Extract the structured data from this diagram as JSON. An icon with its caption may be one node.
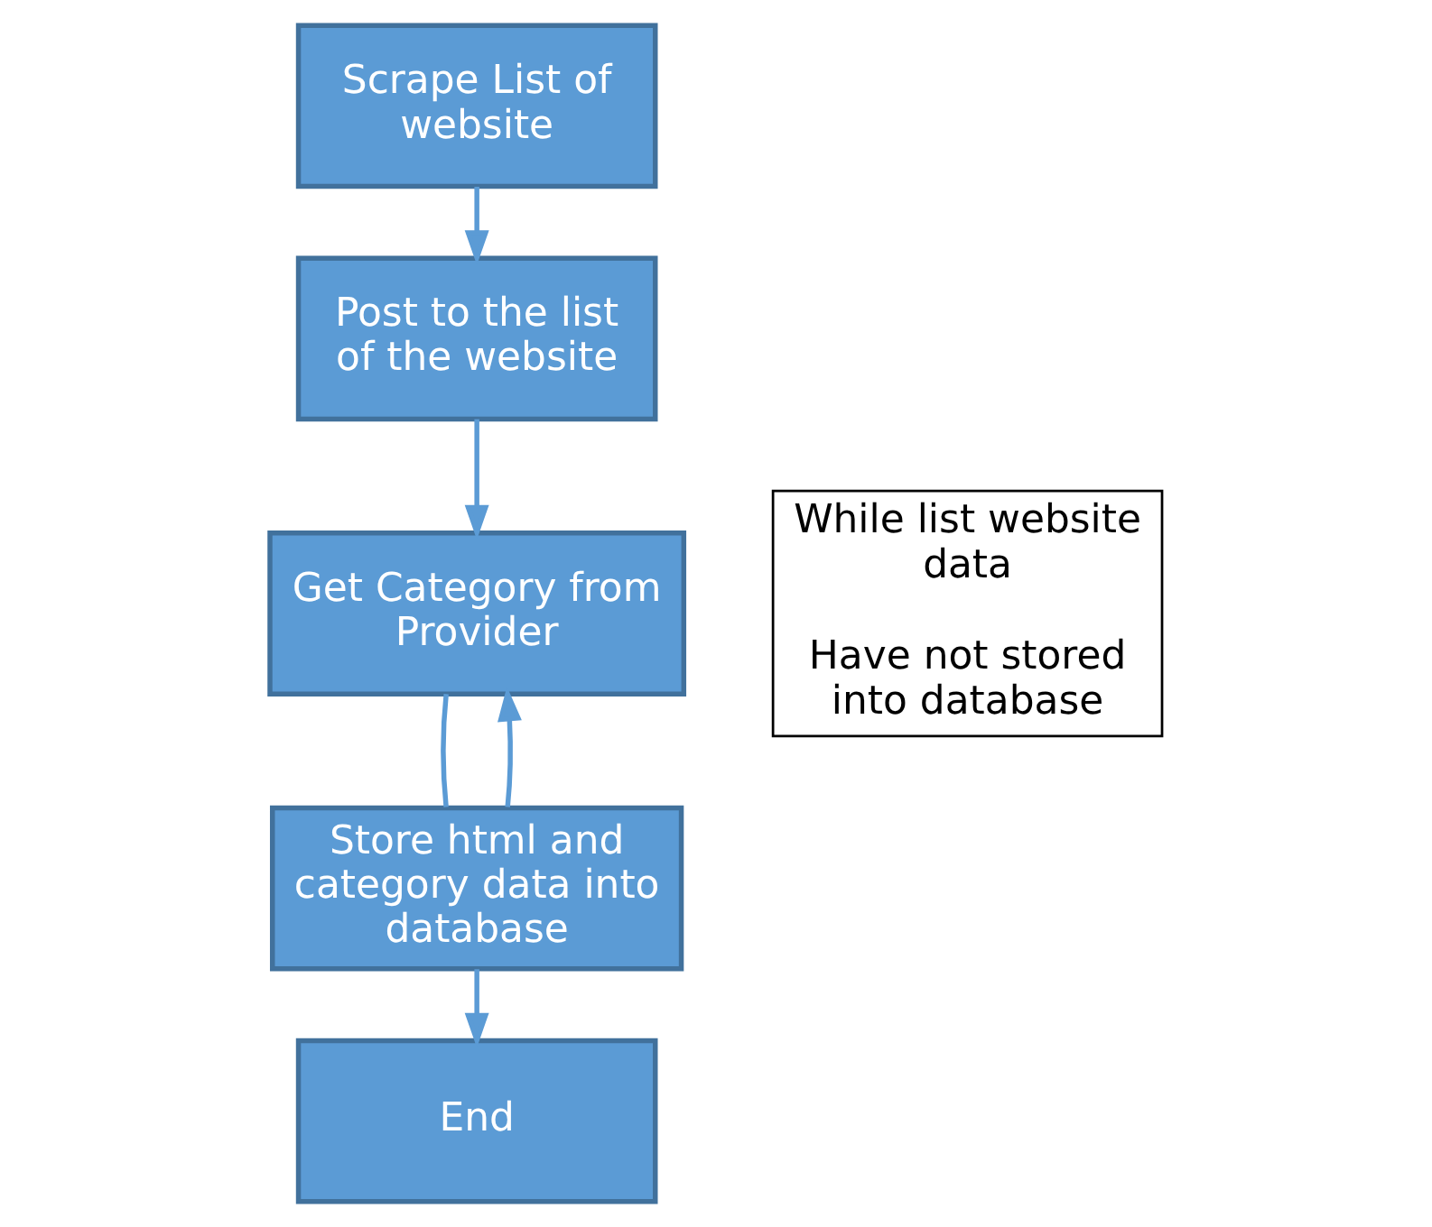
{
  "diagram": {
    "nodes": [
      {
        "text": [
          "Scrape List of website"
        ]
      },
      {
        "text": [
          "Post to the list of the website"
        ]
      },
      {
        "text": [
          "Get Category from Provider"
        ]
      },
      {
        "text": [
          "Store html and category data into database"
        ]
      },
      {
        "text": [
          "End"
        ]
      },
      {
        "text": [
          "While list website data",
          "Have not stored into database"
        ]
      }
    ],
    "edges": [
      {
        "from": 0,
        "to": 1,
        "arrow": "to"
      },
      {
        "from": 1,
        "to": 2,
        "arrow": "to"
      },
      {
        "from": 2,
        "to": 3,
        "arrow": "none"
      },
      {
        "from": 3,
        "to": 2,
        "arrow": "to"
      },
      {
        "from": 3,
        "to": 4,
        "arrow": "to"
      }
    ]
  }
}
